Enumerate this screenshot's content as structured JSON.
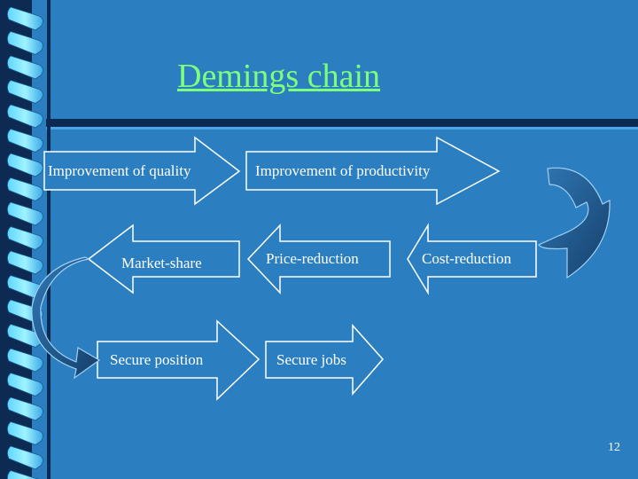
{
  "slide": {
    "title": "Demings chain",
    "page_number": "12"
  },
  "chain": {
    "improvement_quality": "Improvement of quality",
    "improvement_productivity": "Improvement of productivity",
    "market_share": "Market-share",
    "price_reduction": "Price-reduction",
    "cost_reduction": "Cost-reduction",
    "secure_position": "Secure position",
    "secure_jobs": "Secure jobs"
  },
  "colors": {
    "background": "#2b7fc1",
    "title": "#7dff7d",
    "arrow_fill": "#2b7fc1",
    "arrow_outline": "#ffffff",
    "curved_arrow": "#1f5c93"
  }
}
